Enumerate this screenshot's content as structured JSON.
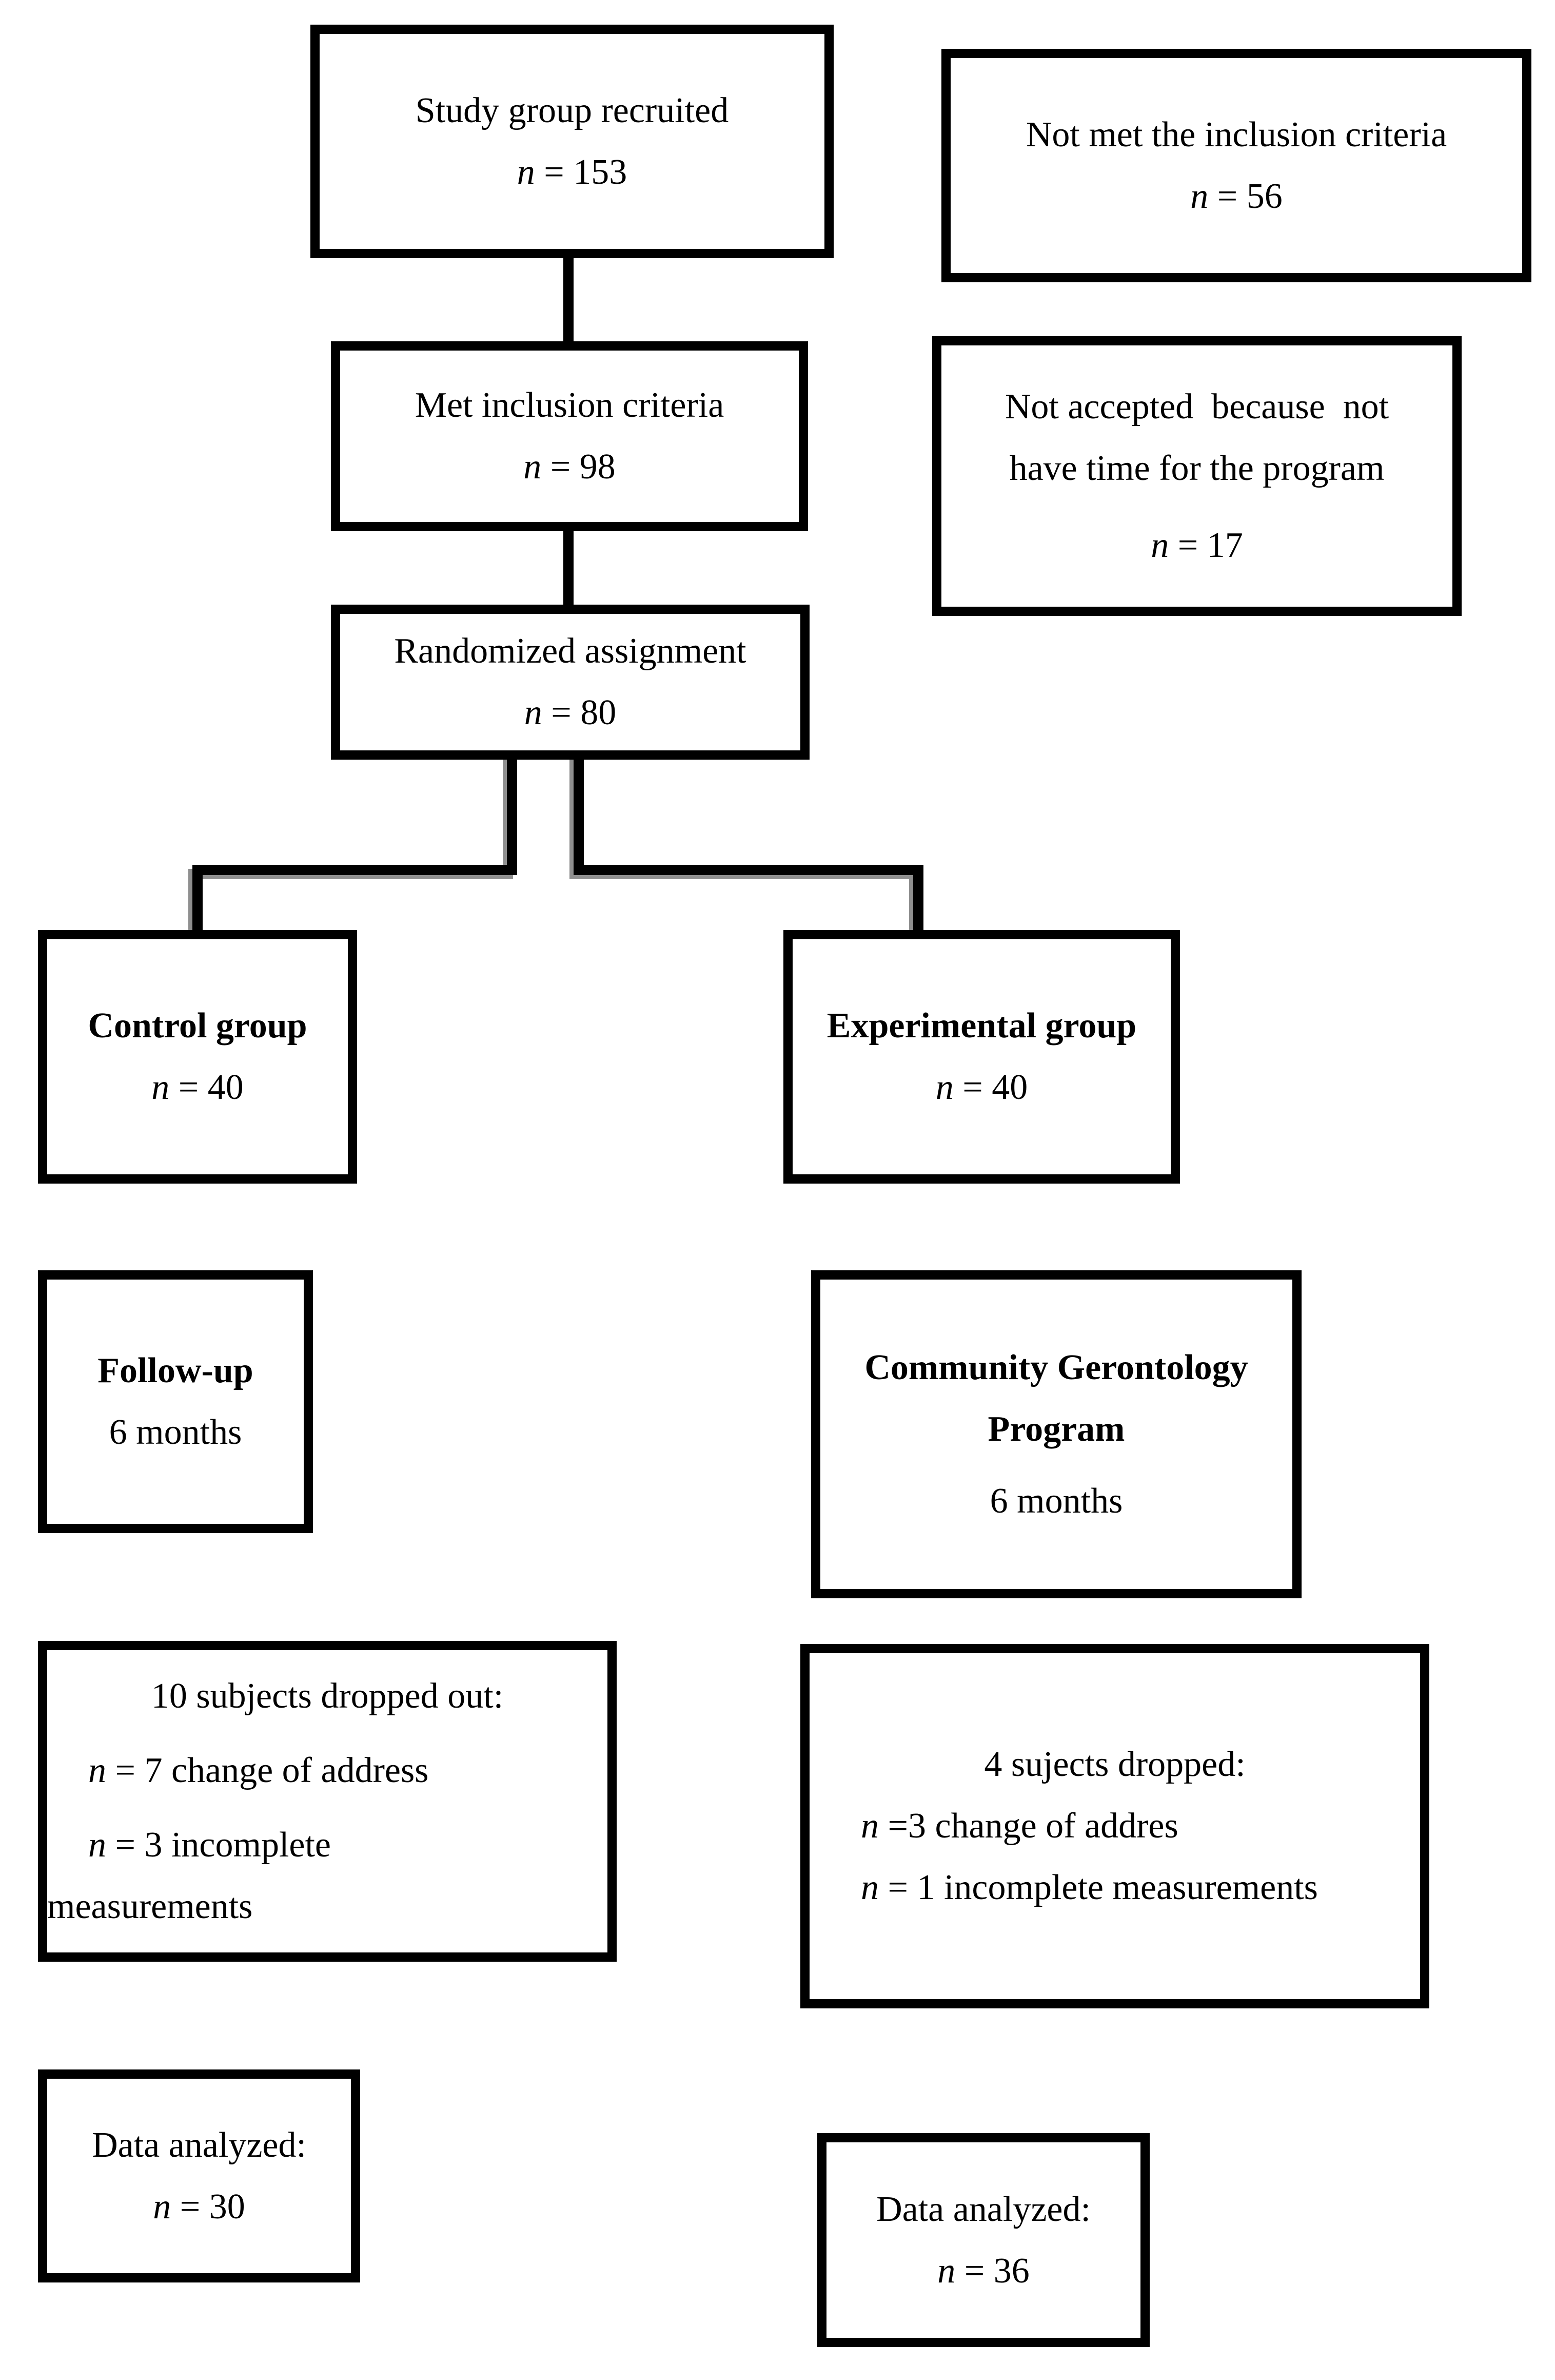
{
  "colors": {
    "border": "#000000",
    "text": "#000000",
    "background": "#ffffff",
    "connector_shadow": "#8f8f8f"
  },
  "boxes": {
    "study": {
      "lines": [
        "Study group recruited",
        "n = 153"
      ]
    },
    "not_met": {
      "lines": [
        "Not met the inclusion criteria",
        "n = 56"
      ]
    },
    "met": {
      "lines": [
        "Met inclusion criteria",
        "n = 98"
      ]
    },
    "not_accepted": {
      "lines": [
        "Not accepted  because  not",
        "have time for the program",
        "n = 17"
      ]
    },
    "randomized": {
      "lines": [
        "Randomized assignment",
        "n = 80"
      ]
    },
    "control": {
      "lines": [
        "Control group",
        "n = 40"
      ]
    },
    "experimental": {
      "lines": [
        "Experimental group",
        "n = 40"
      ]
    },
    "followup": {
      "lines": [
        "Follow-up",
        "6 months"
      ]
    },
    "program": {
      "lines": [
        "Community Gerontology",
        "Program",
        "6 months"
      ]
    },
    "control_dropout": {
      "lines": [
        "10 subjects dropped out:",
        "n = 7 change of address",
        "n = 3 incomplete",
        "measurements"
      ]
    },
    "exp_dropout": {
      "lines": [
        "4 sujects dropped:",
        "n =3 change of addres",
        "n = 1 incomplete measurements"
      ]
    },
    "control_analyzed": {
      "lines": [
        "Data analyzed:",
        "n = 30"
      ]
    },
    "exp_analyzed": {
      "lines": [
        "Data analyzed:",
        "n = 36"
      ]
    }
  }
}
